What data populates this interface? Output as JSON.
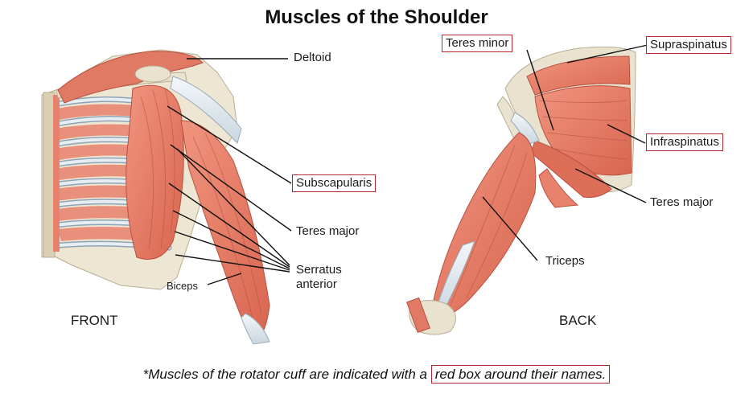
{
  "title": "Muscles of the Shoulder",
  "colors": {
    "muscle": "#e8826d",
    "muscle_dark": "#c95a48",
    "tendon": "#e7eef3",
    "bone": "#e9e2cf",
    "rotator_box": "#b8252c"
  },
  "front": {
    "view_label": "FRONT",
    "labels": {
      "deltoid": "Deltoid",
      "subscapularis": "Subscapularis",
      "teres_major": "Teres major",
      "serratus_anterior_1": "Serratus",
      "serratus_anterior_2": "anterior",
      "biceps": "Biceps"
    }
  },
  "back": {
    "view_label": "BACK",
    "labels": {
      "teres_minor": "Teres minor",
      "supraspinatus": "Supraspinatus",
      "infraspinatus": "Infraspinatus",
      "teres_major": "Teres major",
      "triceps": "Triceps"
    }
  },
  "footnote": {
    "text": "*Muscles of the rotator cuff are indicated with a",
    "boxed_text": "red box around their names."
  }
}
